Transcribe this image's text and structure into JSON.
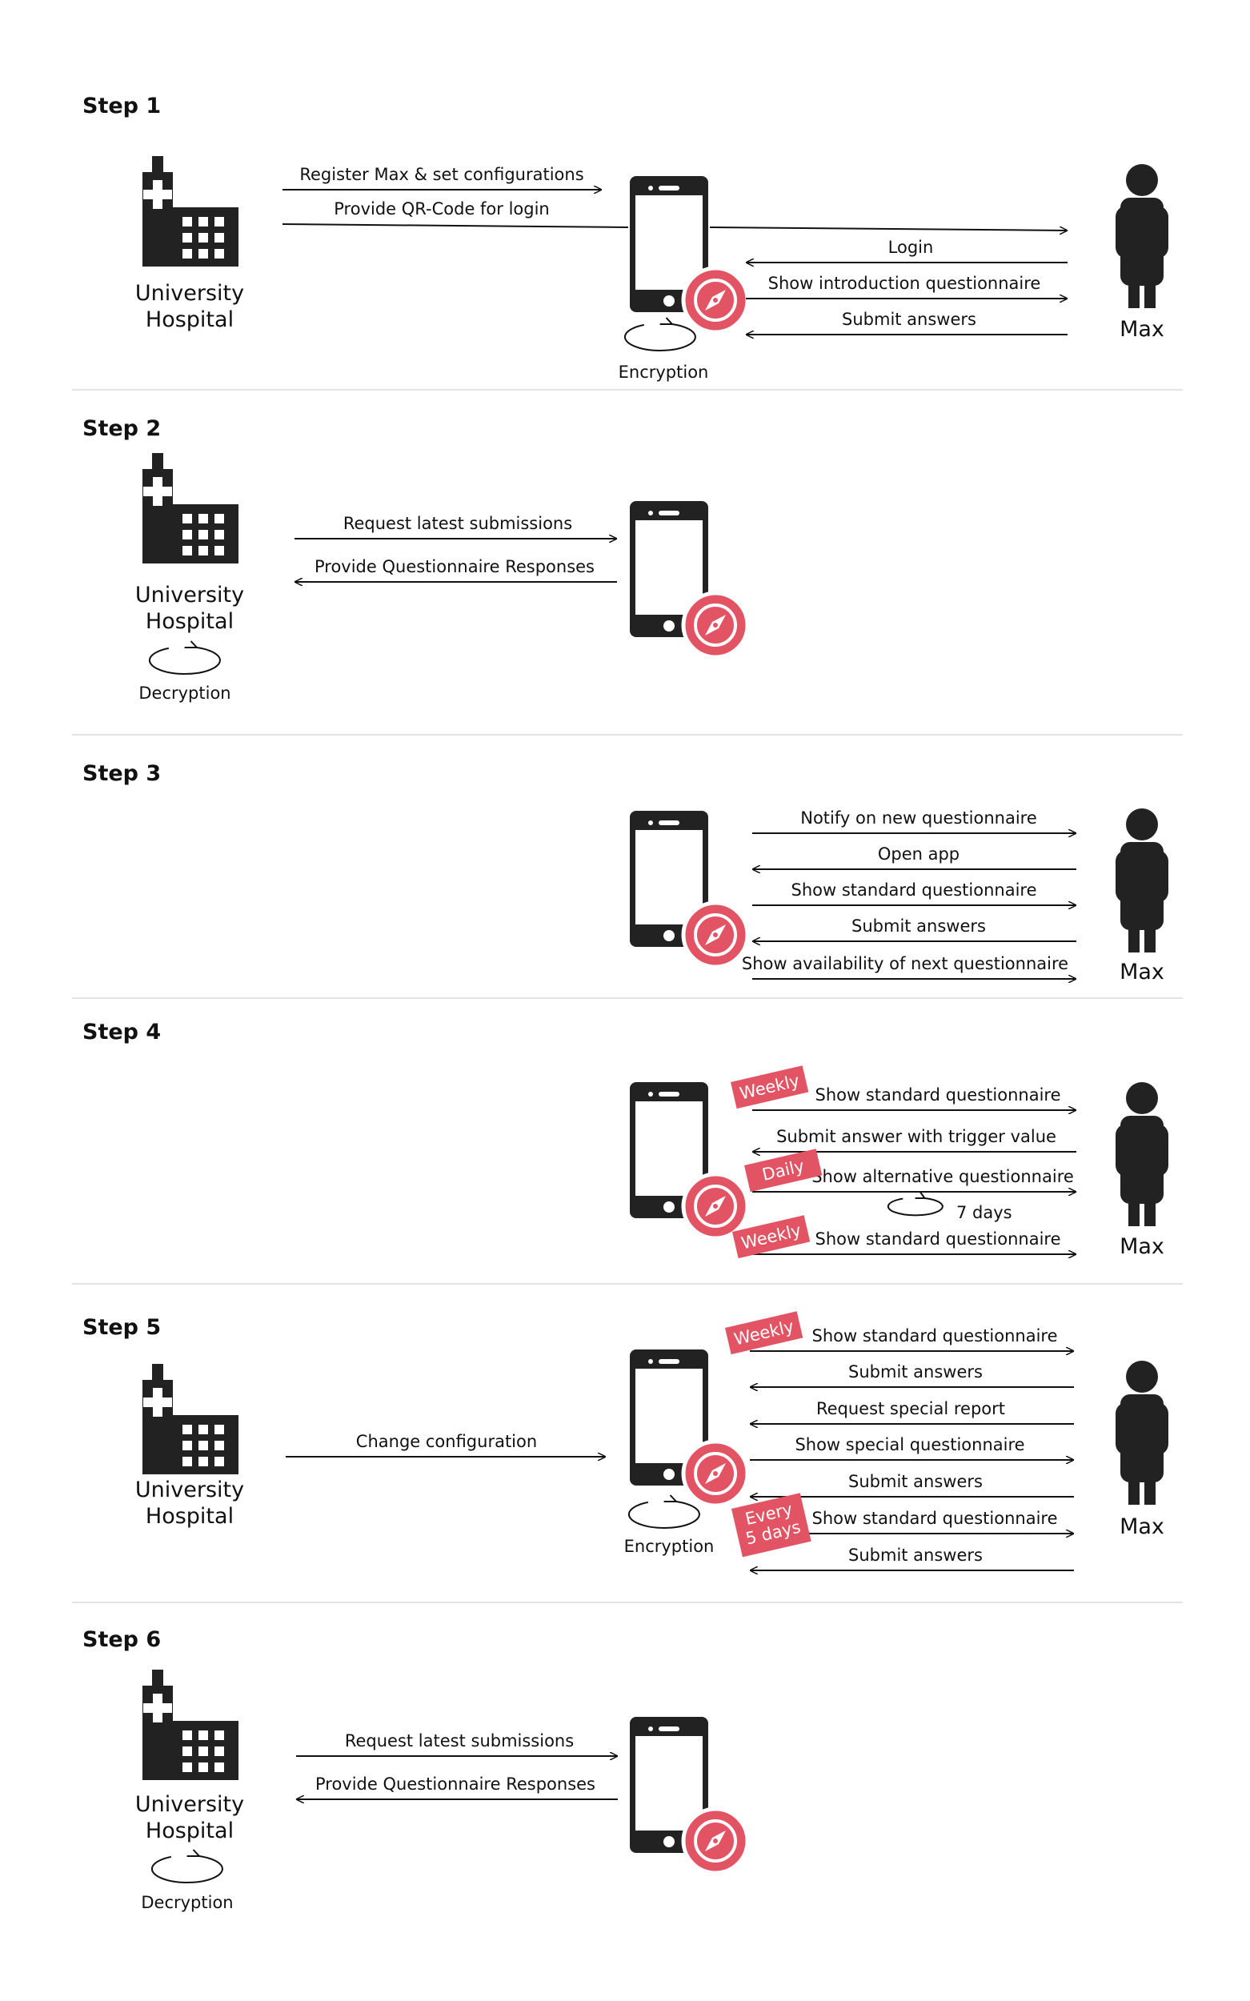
{
  "colors": {
    "ink": "#222222",
    "accent": "#E25463",
    "line": "#111111",
    "divider": "#E3E3E3"
  },
  "icons": {
    "hospital": "hospital-building-icon",
    "phone": "smartphone-icon",
    "compass": "compass-badge-icon",
    "person": "person-icon",
    "cycle": "cycle-arrow-icon"
  },
  "steps": [
    {
      "title": "Step 1",
      "hospital": "University\nHospital",
      "phone_note": "Encryption",
      "person": "Max",
      "left_messages": [
        {
          "text": "Register Max & set configurations",
          "direction": "right"
        },
        {
          "text": "Provide QR-Code for login",
          "direction": "right"
        }
      ],
      "right_messages": [
        {
          "text": "Login",
          "direction": "left"
        },
        {
          "text": "Show introduction questionnaire",
          "direction": "right"
        },
        {
          "text": "Submit answers",
          "direction": "left"
        }
      ]
    },
    {
      "title": "Step 2",
      "hospital": "University\nHospital",
      "hospital_note": "Decryption",
      "left_messages": [
        {
          "text": "Request latest submissions",
          "direction": "right"
        },
        {
          "text": "Provide Questionnaire Responses",
          "direction": "left"
        }
      ]
    },
    {
      "title": "Step 3",
      "person": "Max",
      "right_messages": [
        {
          "text": "Notify on new questionnaire",
          "direction": "right"
        },
        {
          "text": "Open app",
          "direction": "left"
        },
        {
          "text": "Show standard questionnaire",
          "direction": "right"
        },
        {
          "text": "Submit answers",
          "direction": "left"
        },
        {
          "text": "Show availability of next questionnaire",
          "direction": "right"
        }
      ]
    },
    {
      "title": "Step 4",
      "person": "Max",
      "cycle_note": "7 days",
      "tags": [
        "Weekly",
        "Daily",
        "Weekly"
      ],
      "right_messages": [
        {
          "text": "Show standard questionnaire",
          "direction": "right"
        },
        {
          "text": "Submit answer with trigger value",
          "direction": "left"
        },
        {
          "text": "Show alternative questionnaire",
          "direction": "right"
        },
        {
          "text": "Show standard questionnaire",
          "direction": "right"
        }
      ]
    },
    {
      "title": "Step 5",
      "hospital": "University\nHospital",
      "phone_note": "Encryption",
      "person": "Max",
      "tags": [
        "Weekly",
        "Every\n5 days"
      ],
      "left_messages": [
        {
          "text": "Change configuration",
          "direction": "right"
        }
      ],
      "right_messages": [
        {
          "text": "Show standard questionnaire",
          "direction": "right"
        },
        {
          "text": "Submit answers",
          "direction": "left"
        },
        {
          "text": "Request special report",
          "direction": "left"
        },
        {
          "text": "Show special questionnaire",
          "direction": "right"
        },
        {
          "text": "Submit answers",
          "direction": "left"
        },
        {
          "text": "Show standard questionnaire",
          "direction": "right"
        },
        {
          "text": "Submit answers",
          "direction": "left"
        }
      ]
    },
    {
      "title": "Step 6",
      "hospital": "University\nHospital",
      "hospital_note": "Decryption",
      "left_messages": [
        {
          "text": "Request latest submissions",
          "direction": "right"
        },
        {
          "text": "Provide Questionnaire Responses",
          "direction": "left"
        }
      ]
    }
  ]
}
